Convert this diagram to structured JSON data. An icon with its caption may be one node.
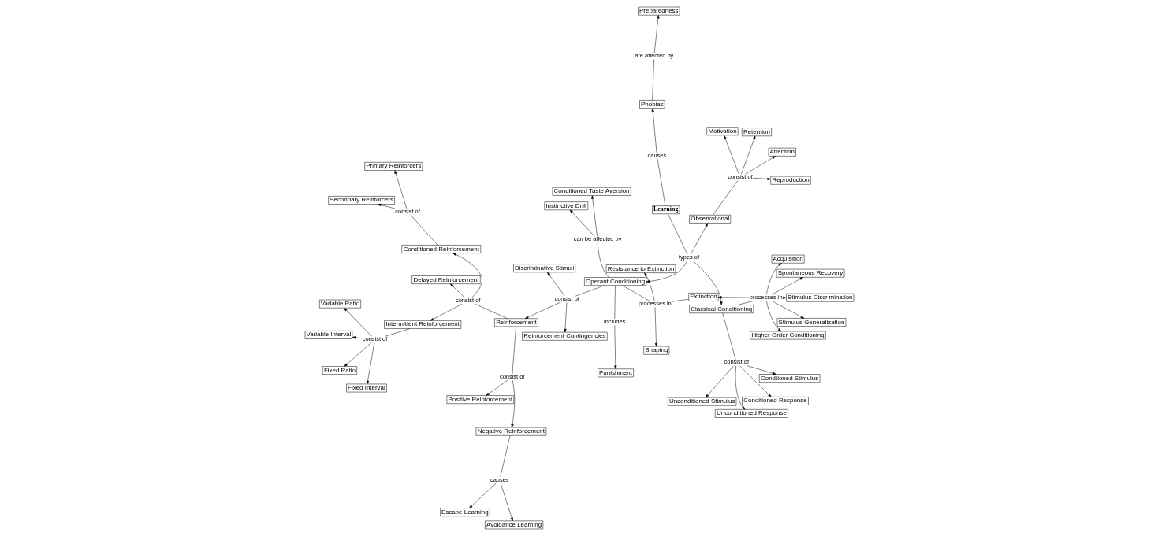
{
  "diagram": {
    "nodes": [
      {
        "text": [
          "Unconditioned Response"
        ]
      },
      {
        "text": [
          "Condtioned Stimulus"
        ]
      },
      {
        "text": [
          "consist of"
        ]
      },
      {
        "text": [
          "Unconditioned Stimulus"
        ]
      },
      {
        "text": [
          "Conditioned Response"
        ]
      },
      {
        "text": [
          "Variable Interval"
        ]
      },
      {
        "text": [
          "Fixed Ratio"
        ]
      },
      {
        "text": [
          "Shaping"
        ]
      },
      {
        "text": [
          "Higher Order Conditioning"
        ]
      },
      {
        "text": [
          "Fixed Interval"
        ]
      },
      {
        "text": [
          "Classical Conditioning"
        ]
      },
      {
        "text": [
          "Extinction"
        ]
      },
      {
        "text": [
          "consist of"
        ]
      },
      {
        "text": [
          "Resistance to Extinction"
        ]
      },
      {
        "text": [
          "processes in"
        ]
      },
      {
        "text": [
          "processes in"
        ]
      },
      {
        "text": [
          "Stimulus Generalization"
        ]
      },
      {
        "text": [
          "Operant Conditioning"
        ]
      },
      {
        "text": [
          "types of"
        ]
      },
      {
        "text": [
          "Variable Ratio"
        ]
      },
      {
        "text": [
          "Intermittent Reinforcement"
        ]
      },
      {
        "text": [
          "consist of"
        ]
      },
      {
        "text": [
          "Reinforcement"
        ]
      },
      {
        "text": [
          "Acquisition"
        ]
      },
      {
        "text": [
          "consist of"
        ]
      },
      {
        "text": [
          "Learning"
        ]
      },
      {
        "text": [
          "Spontaneous Recovery"
        ]
      },
      {
        "text": [
          "Delayed Reinforcement"
        ]
      },
      {
        "text": [
          "Reinforcement Contingencies"
        ]
      },
      {
        "text": [
          "Stimulus Discrimination"
        ]
      },
      {
        "text": [
          "causes"
        ]
      },
      {
        "text": [
          "Discriminative Stimuli"
        ]
      },
      {
        "text": [
          "Conditioned Reinforcement"
        ]
      },
      {
        "text": [
          "Preparedness"
        ]
      },
      {
        "text": [
          "Phobias"
        ]
      },
      {
        "text": [
          "can be affected by"
        ]
      },
      {
        "text": [
          "are affected by"
        ]
      },
      {
        "text": [
          "consist of"
        ]
      },
      {
        "text": [
          "includes"
        ]
      },
      {
        "text": [
          "consist of"
        ]
      },
      {
        "text": [
          "Positive Reinforcement"
        ]
      },
      {
        "text": [
          "Primary Reinforcers"
        ]
      },
      {
        "text": [
          "Secondary Reinforcers"
        ]
      },
      {
        "text": [
          "Conditioned Taste Aversion"
        ]
      },
      {
        "text": [
          "Negative Reinforcement"
        ]
      },
      {
        "text": [
          "Instinctive Drift"
        ]
      },
      {
        "text": [
          "Punishment"
        ]
      },
      {
        "text": [
          "causes"
        ]
      },
      {
        "text": [
          "Observational"
        ]
      },
      {
        "text": [
          "Avoidance Learning"
        ]
      },
      {
        "text": [
          "Escape Learning"
        ]
      },
      {
        "text": [
          "Attention"
        ]
      },
      {
        "text": [
          "consist of"
        ]
      },
      {
        "text": [
          "Motivation"
        ]
      },
      {
        "text": [
          "Retention"
        ]
      },
      {
        "text": [
          "Reproduction"
        ]
      }
    ],
    "edges": [
      {
        "from": 10,
        "to": 2,
        "arrow": "none"
      },
      {
        "from": 2,
        "to": 0,
        "arrow": "to"
      },
      {
        "from": 2,
        "to": 1,
        "arrow": "to"
      },
      {
        "from": 2,
        "to": 3,
        "arrow": "to"
      },
      {
        "from": 2,
        "to": 4,
        "arrow": "to"
      },
      {
        "from": 11,
        "to": 14,
        "arrow": "none"
      },
      {
        "from": 17,
        "to": 14,
        "arrow": "none"
      },
      {
        "from": 14,
        "to": 13,
        "arrow": "to"
      },
      {
        "from": 14,
        "to": 7,
        "arrow": "to"
      },
      {
        "from": 10,
        "to": 15,
        "arrow": "none"
      },
      {
        "from": 15,
        "to": 11,
        "arrow": "to"
      },
      {
        "from": 15,
        "to": 8,
        "arrow": "to"
      },
      {
        "from": 15,
        "to": 16,
        "arrow": "to"
      },
      {
        "from": 15,
        "to": 23,
        "arrow": "to"
      },
      {
        "from": 15,
        "to": 29,
        "arrow": "to"
      },
      {
        "from": 15,
        "to": 26,
        "arrow": "to"
      },
      {
        "from": 25,
        "to": 18,
        "arrow": "none"
      },
      {
        "from": 18,
        "to": 10,
        "arrow": "to"
      },
      {
        "from": 18,
        "to": 17,
        "arrow": "to"
      },
      {
        "from": 18,
        "to": 48,
        "arrow": "to"
      },
      {
        "from": 25,
        "to": 30,
        "arrow": "none"
      },
      {
        "from": 30,
        "to": 34,
        "arrow": "to"
      },
      {
        "from": 34,
        "to": 36,
        "arrow": "none"
      },
      {
        "from": 36,
        "to": 33,
        "arrow": "to"
      },
      {
        "from": 17,
        "to": 35,
        "arrow": "none"
      },
      {
        "from": 35,
        "to": 45,
        "arrow": "to"
      },
      {
        "from": 35,
        "to": 43,
        "arrow": "to"
      },
      {
        "from": 17,
        "to": 24,
        "arrow": "none"
      },
      {
        "from": 24,
        "to": 22,
        "arrow": "to"
      },
      {
        "from": 24,
        "to": 28,
        "arrow": "to"
      },
      {
        "from": 24,
        "to": 31,
        "arrow": "to"
      },
      {
        "from": 17,
        "to": 38,
        "arrow": "none"
      },
      {
        "from": 38,
        "to": 46,
        "arrow": "to"
      },
      {
        "from": 22,
        "to": 39,
        "arrow": "none"
      },
      {
        "from": 39,
        "to": 40,
        "arrow": "to"
      },
      {
        "from": 39,
        "to": 44,
        "arrow": "to"
      },
      {
        "from": 44,
        "to": 47,
        "arrow": "none"
      },
      {
        "from": 47,
        "to": 49,
        "arrow": "to"
      },
      {
        "from": 47,
        "to": 50,
        "arrow": "to"
      },
      {
        "from": 22,
        "to": 21,
        "arrow": "none"
      },
      {
        "from": 21,
        "to": 20,
        "arrow": "to"
      },
      {
        "from": 21,
        "to": 27,
        "arrow": "to"
      },
      {
        "from": 21,
        "to": 32,
        "arrow": "to"
      },
      {
        "from": 20,
        "to": 12,
        "arrow": "none"
      },
      {
        "from": 12,
        "to": 5,
        "arrow": "to"
      },
      {
        "from": 12,
        "to": 6,
        "arrow": "to"
      },
      {
        "from": 12,
        "to": 9,
        "arrow": "to"
      },
      {
        "from": 12,
        "to": 19,
        "arrow": "to"
      },
      {
        "from": 32,
        "to": 37,
        "arrow": "none"
      },
      {
        "from": 37,
        "to": 41,
        "arrow": "to"
      },
      {
        "from": 37,
        "to": 42,
        "arrow": "to"
      },
      {
        "from": 48,
        "to": 52,
        "arrow": "none"
      },
      {
        "from": 52,
        "to": 51,
        "arrow": "to"
      },
      {
        "from": 52,
        "to": 53,
        "arrow": "to"
      },
      {
        "from": 52,
        "to": 54,
        "arrow": "to"
      },
      {
        "from": 52,
        "to": 55,
        "arrow": "to"
      }
    ]
  }
}
